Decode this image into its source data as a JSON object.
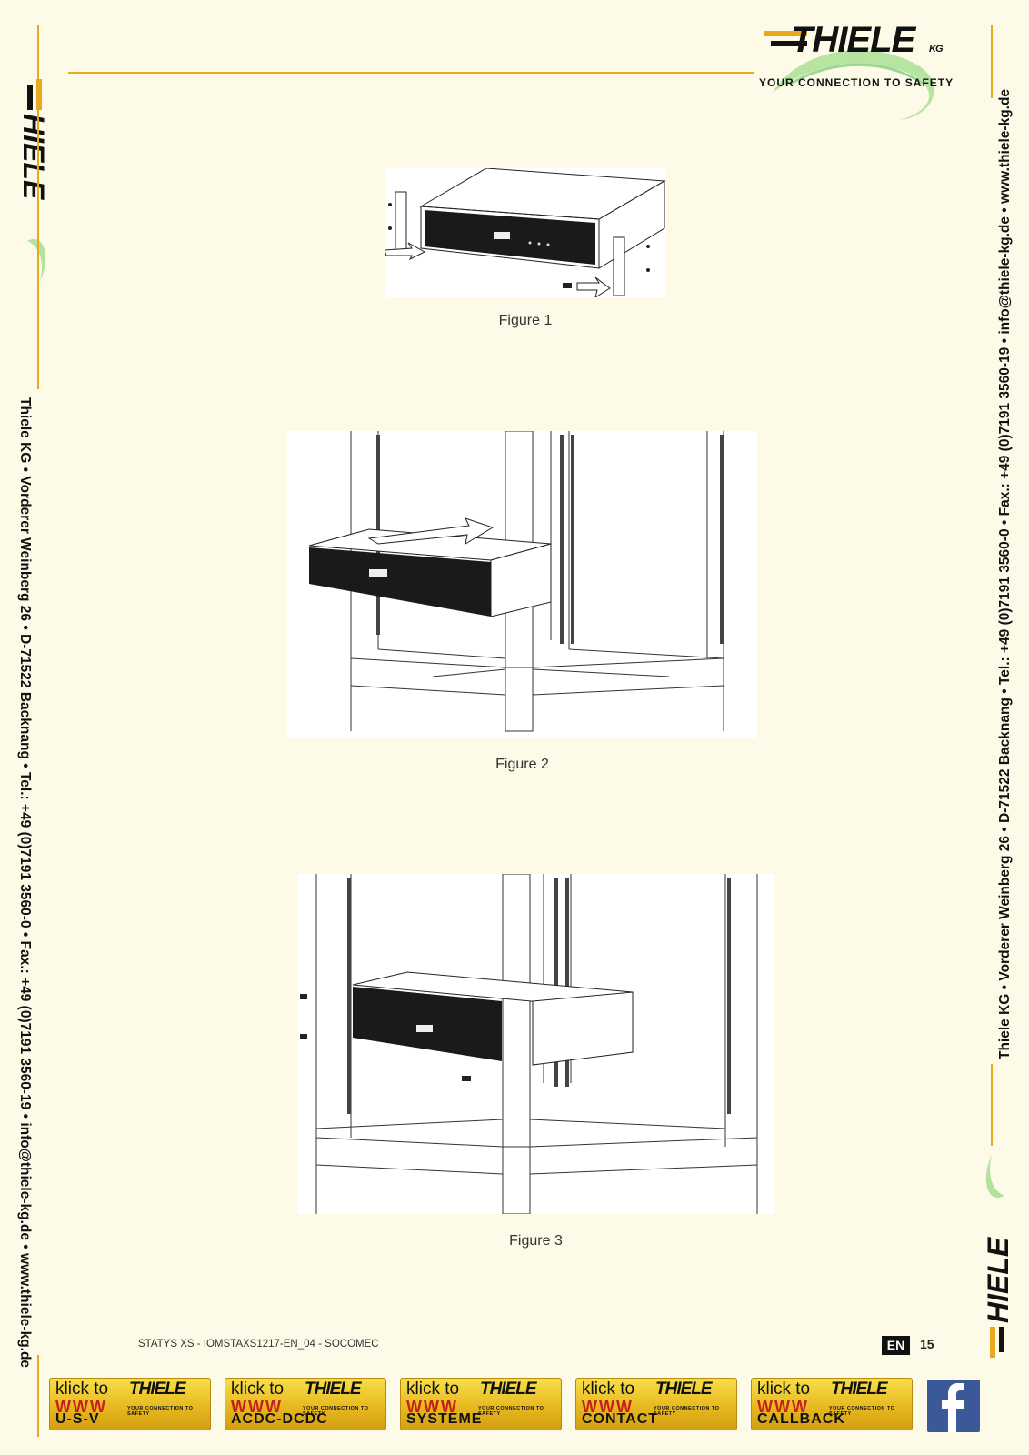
{
  "brand": {
    "name": "THIELE",
    "suffix": "KG",
    "slogan": "YOUR CONNECTION TO SAFETY"
  },
  "contact_line_left": "Thiele KG • Vorderer Weinberg 26 • D-71522 Backnang • Tel.: +49 (0)7191 3560-0 • Fax.: +49 (0)7191 3560-19 • info@thiele-kg.de • www.thiele-kg.de",
  "contact_line_right": "Thiele KG • Vorderer Weinberg 26 • D-71522 Backnang • Tel.: +49 (0)7191 3560-0 • Fax.: +49 (0)7191 3560-19 • info@thiele-kg.de • www.thiele-kg.de",
  "figures": [
    {
      "caption": "Figure 1"
    },
    {
      "caption": "Figure 2"
    },
    {
      "caption": "Figure 3"
    }
  ],
  "footer": {
    "doc_ref": "STATYS XS - IOMSTAXS1217-EN_04 -  SOCOMEC",
    "language": "EN",
    "page_number": "15"
  },
  "banners": [
    {
      "klick": "klick to",
      "www": "WWW",
      "category": "U-S-V"
    },
    {
      "klick": "klick to",
      "www": "WWW",
      "category": "ACDC-DCDC"
    },
    {
      "klick": "klick to",
      "www": "WWW",
      "category": "SYSTEME"
    },
    {
      "klick": "klick to",
      "www": "WWW",
      "category": "CONTACT"
    },
    {
      "klick": "klick to",
      "www": "WWW",
      "category": "CALLBACK"
    }
  ],
  "icons": {
    "facebook": "facebook-icon",
    "swoosh": "green-swoosh-icon"
  },
  "colors": {
    "accent": "#e8a820",
    "background": "#fdfbe8",
    "swoosh": "#7fcf6a",
    "facebook": "#3b5998"
  }
}
